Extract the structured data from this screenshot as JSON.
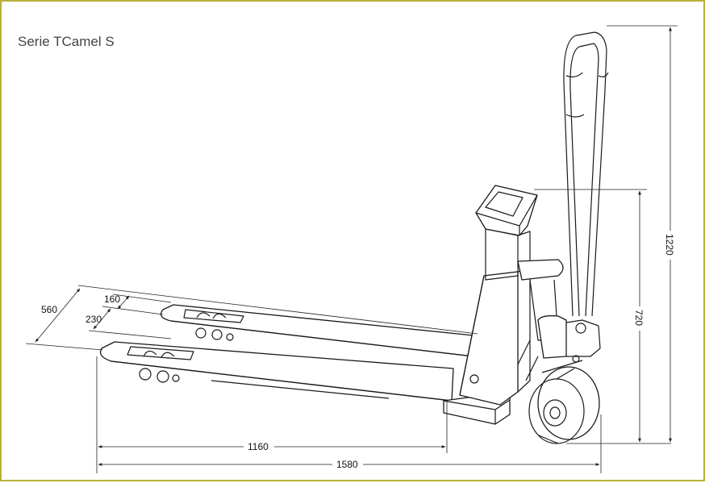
{
  "title": "Serie TCamel S",
  "dimensions": {
    "total_width": "560",
    "fork_width": "160",
    "fork_gap": "230",
    "fork_length": "1160",
    "total_length": "1580",
    "scale_height": "720",
    "handle_height": "1220"
  },
  "colors": {
    "frame": "#b9b13a",
    "lines": "#1a1a1a",
    "background": "#ffffff"
  }
}
